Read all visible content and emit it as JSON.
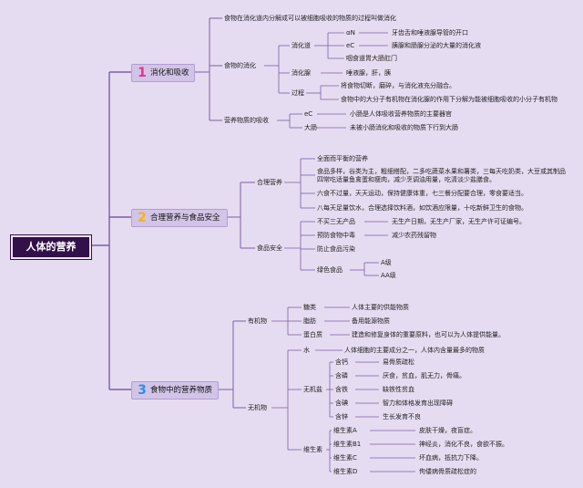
{
  "root": "人体的营养",
  "colors": {
    "line": "#7a5ea8",
    "root_bg": "#321049",
    "branch_bg": "#d2c4e7",
    "num1": "#e8318a",
    "num2": "#f3b21a",
    "num3": "#2d8fe8"
  },
  "b1": {
    "num": "1",
    "label": "消化和吸收",
    "def": "食物在消化道内分解成可以被细胞吸收的物质的过程叫做消化",
    "digest": "食物的消化",
    "tract": "消化道",
    "tract_items": [
      "αN",
      "eC",
      "咽食道胃大肠肛门"
    ],
    "tract_desc": [
      "牙齿舌和唾液腺导管的开口",
      "胰腺和肠腺分泌的大量的消化液"
    ],
    "gland": "消化腺",
    "gland_desc": "唾液腺，肝，胰",
    "process": "过程",
    "process_items": [
      "将食物切断，磨碎，与消化液充分融合。",
      "食物中的大分子有机物在消化腺的作用下分解为能被细胞吸收的小分子有机物"
    ],
    "absorb": "营养物质的吸收",
    "absorb_items": [
      "eC",
      "大肠"
    ],
    "absorb_desc": [
      "小肠是人体吸收营养物质的主要器官",
      "未被小肠消化和吸收的物质下行到大肠"
    ]
  },
  "b2": {
    "num": "2",
    "label": "合理营养与食品安全",
    "nutr": "合理营养",
    "nutr_items": [
      "全面而平衡的营养",
      "食品多样，谷类为主，粗细搭配，二多吃蔬菜水果和薯类，三每天吃奶类，大豆或其制品四常吃适量鱼禽蛋和瘦肉，减少烹调油用量，吃清淡少盐膳食。",
      "六食不过量，天天运动，保持健康体重，七三餐分配要合理，零食要适当。",
      "八每天足量饮水，合理选择饮料酒，如饮酒应限量，十吃新鲜卫生的食物。"
    ],
    "safety": "食品安全",
    "safety_items": [
      "不买三无产品",
      "预防食物中毒",
      "防止食品污染"
    ],
    "safety_desc": [
      "无生产日期，无生产厂家，无生产许可证编号。",
      "减少农药残留物"
    ],
    "green": "绿色食品",
    "green_items": [
      "A级",
      "AA级"
    ]
  },
  "b3": {
    "num": "3",
    "label": "食物中的营养物质",
    "organic": "有机物",
    "organic_items": [
      "糖类",
      "脂肪",
      "蛋白质"
    ],
    "organic_desc": [
      "人体主要的供能物质",
      "备用能源物质",
      "建造和修复身体的重要原料，也可以为人体提供能量。"
    ],
    "inorganic": "无机物",
    "water": "水",
    "water_desc": "人体细胞的主要成分之一，人体内含量最多的物质",
    "salt": "无机盐",
    "salt_items": [
      "含钙",
      "含磷",
      "含铁",
      "含碘",
      "含锌"
    ],
    "salt_desc": [
      "易骨质疏松",
      "厌食，贫血，肌无力，骨痛。",
      "缺铁性贫血",
      "智力和体格发育出现障碍",
      "生长发育不良"
    ],
    "vit": "维生素",
    "vit_items": [
      "维生素A",
      "维生素B1",
      "维生素C",
      "维生素D"
    ],
    "vit_desc": [
      "皮肤干燥，夜盲症。",
      "神经炎，消化不良，食欲不振。",
      "坏血病，抵抗力下降。",
      "佝偻病骨质疏松症的"
    ]
  }
}
